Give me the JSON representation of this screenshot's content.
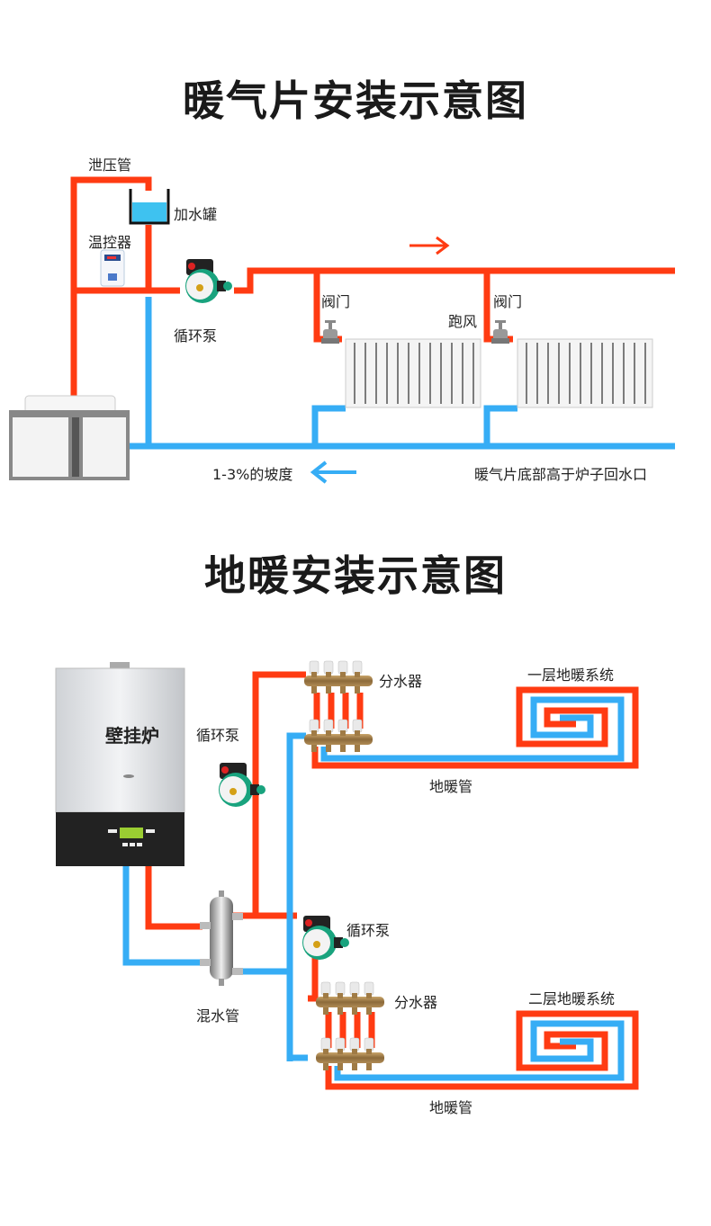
{
  "colors": {
    "hot": "#ff3b12",
    "cold": "#36adf5",
    "text": "#222222"
  },
  "radiator_diagram": {
    "title": "暖气片安装示意图",
    "labels": {
      "relief_pipe": "泄压管",
      "fill_tank": "加水罐",
      "thermostat": "温控器",
      "pump": "循环泵",
      "valve_1": "阀门",
      "valve_2": "阀门",
      "air_vent": "跑风",
      "slope": "1-3%的坡度",
      "note": "暖气片底部高于炉子回水口"
    },
    "flow_arrows": {
      "supply": "right-arrow",
      "return": "left-arrow"
    }
  },
  "floor_heating_diagram": {
    "title": "地暖安装示意图",
    "labels": {
      "boiler": "壁挂炉",
      "pump_top": "循环泵",
      "manifold_top": "分水器",
      "system_first": "一层地暖系统",
      "pipe_top": "地暖管",
      "mixing_tube": "混水管",
      "pump_bottom": "循环泵",
      "manifold_bottom": "分水器",
      "system_second": "二层地暖系统",
      "pipe_bottom": "地暖管"
    }
  }
}
